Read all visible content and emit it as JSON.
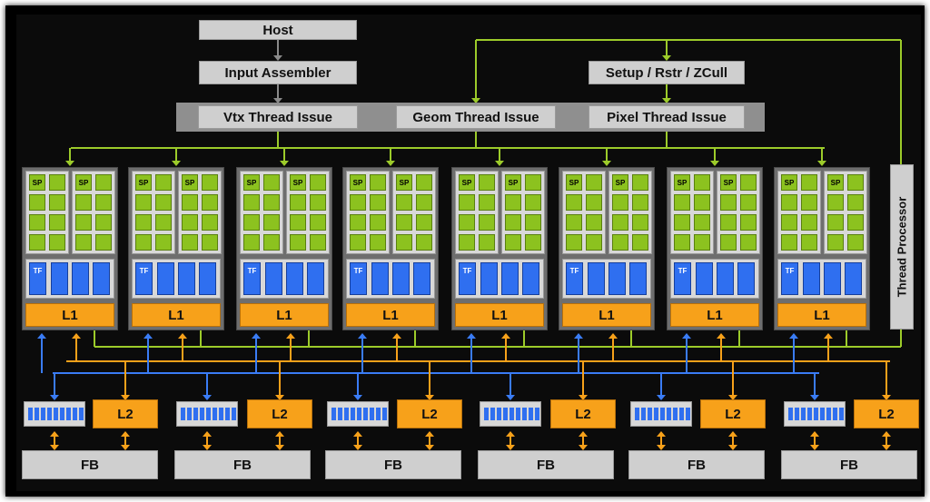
{
  "labels": {
    "host": "Host",
    "input_assembler": "Input Assembler",
    "vtx_thread_issue": "Vtx Thread Issue",
    "geom_thread_issue": "Geom Thread Issue",
    "pixel_thread_issue": "Pixel Thread Issue",
    "setup": "Setup / Rstr / ZCull",
    "thread_processor": "Thread Processor",
    "sp": "SP",
    "tf": "TF",
    "l1": "L1",
    "l2": "L2",
    "fb": "FB"
  },
  "cluster_count": 8,
  "partition_count": 6,
  "colors": {
    "sp": "#8cc21f",
    "tf": "#2f6ff0",
    "cache": "#f7a11a",
    "green_wire": "#9ccb2a",
    "blue_wire": "#3a7cf5",
    "orange_wire": "#f7a11a"
  }
}
